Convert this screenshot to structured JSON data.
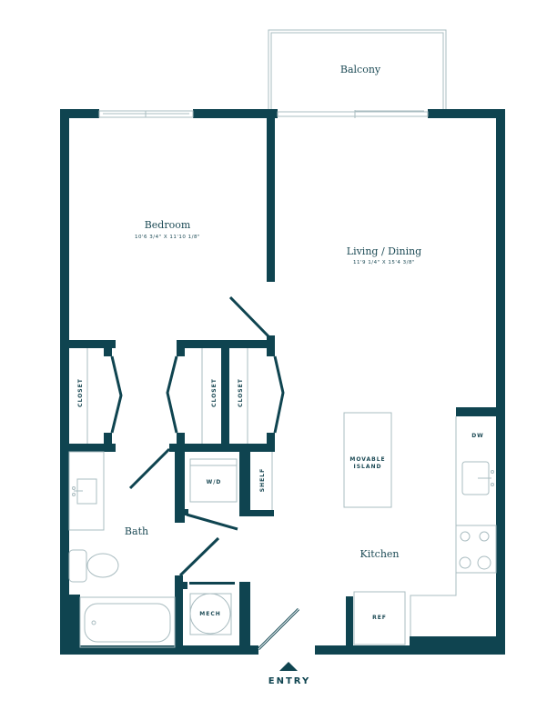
{
  "colors": {
    "wall": "#0f4450",
    "fixture": "#a9bcc0"
  },
  "rooms": {
    "balcony": {
      "name": "Balcony"
    },
    "bedroom": {
      "name": "Bedroom",
      "dims": "10'6 3/4\" X 11'10 1/8\""
    },
    "living": {
      "name": "Living / Dining",
      "dims": "11'9 1/4\" X 15'4 3/8\""
    },
    "bath": {
      "name": "Bath"
    },
    "kitchen": {
      "name": "Kitchen"
    }
  },
  "labels": {
    "closet": "CLOSET",
    "wd": "W/D",
    "shelf": "SHELF",
    "mech": "MECH",
    "island_line1": "MOVABLE",
    "island_line2": "ISLAND",
    "dw": "DW",
    "ref": "REF",
    "entry": "ENTRY"
  }
}
